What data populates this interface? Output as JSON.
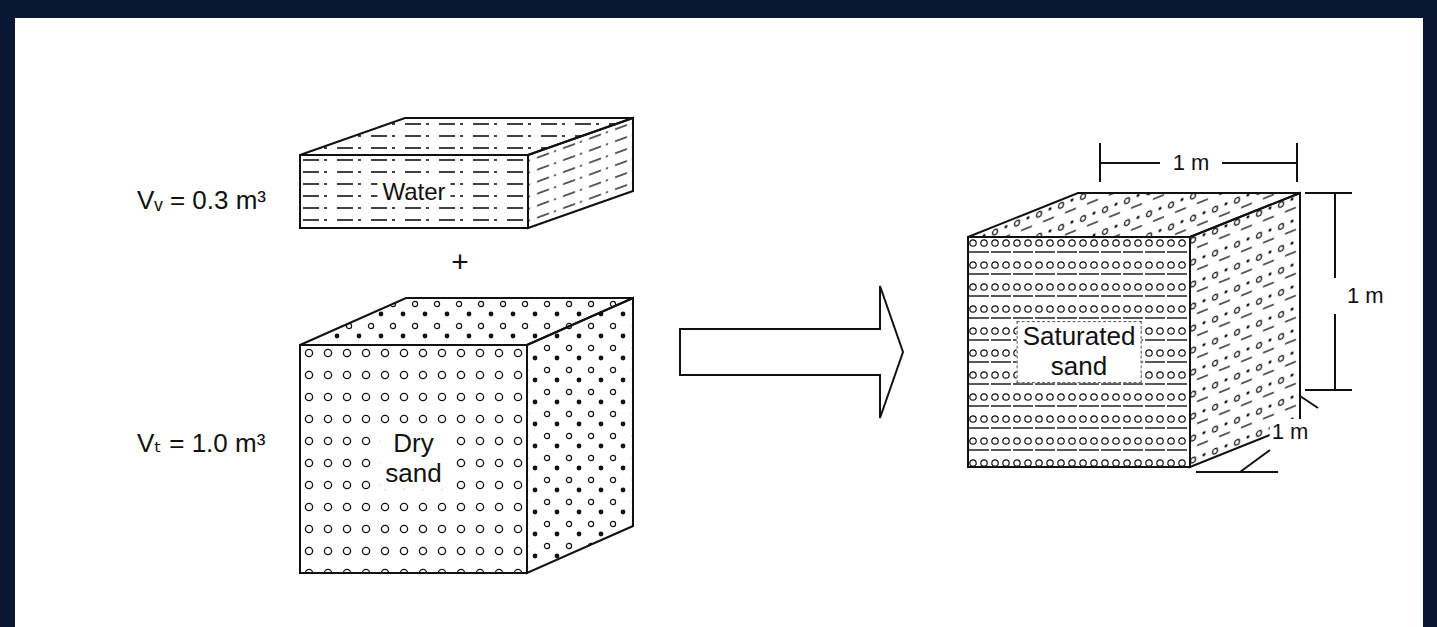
{
  "diagram": {
    "nodes": [
      {
        "text": [
          "Water"
        ]
      },
      {
        "text": [
          "Dry sand"
        ]
      },
      {
        "text": [
          "Saturated sand"
        ]
      }
    ],
    "edges": [
      {
        "from": 1,
        "to": 2,
        "arrow": "to"
      }
    ],
    "labels": [
      "Vᵥ = 0.3 m³",
      "+",
      "Vₜ = 1.0 m³",
      "1 m",
      "1 m",
      "1 m"
    ]
  }
}
